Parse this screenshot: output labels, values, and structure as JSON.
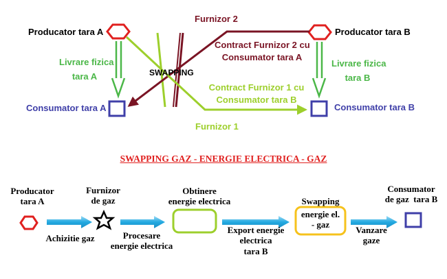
{
  "top": {
    "producer_a": "Producator tara A",
    "producer_b": "Producator tara B",
    "consumer_a": "Consumator tara A",
    "consumer_b": "Consumator tara B",
    "delivery_a": [
      "Livrare fizica",
      "tara A"
    ],
    "delivery_b": [
      "Livrare fizica",
      "tara B"
    ],
    "supplier_2": "Furnizor 2",
    "supplier_1": "Furnizor 1",
    "contract_2": [
      "Contract Furnizor 2 cu",
      "Consumator tara A"
    ],
    "contract_1": [
      "Contract Furnizor 1 cu",
      "Consumator tara B"
    ],
    "swapping": "SWAPPING"
  },
  "title": "SWAPPING GAZ - ENERGIE ELECTRICA - GAZ",
  "bottom": {
    "producer": [
      "Producator",
      "tara A"
    ],
    "supplier": [
      "Furnizor",
      "de gaz"
    ],
    "obtain": [
      "Obtinere",
      "energie electrica"
    ],
    "swap_label": "Swapping",
    "swap_box": [
      "energie el.",
      "- gaz"
    ],
    "consumer": [
      "Consumator",
      "de gaz  tara B"
    ],
    "acq": "Achizitie gaz",
    "proc": [
      "Procesare",
      "energie electrica"
    ],
    "export": [
      "Export energie",
      "electrica",
      "tara B"
    ],
    "sale": [
      "Vanzare",
      "gaze"
    ]
  },
  "colors": {
    "red": "#e0201f",
    "green": "#4bb748",
    "lime": "#9dcf2c",
    "dark_red": "#7a1424",
    "blue": "#3f3fa8",
    "cyan": "#23a9e1",
    "yellow": "#f6c21c"
  }
}
